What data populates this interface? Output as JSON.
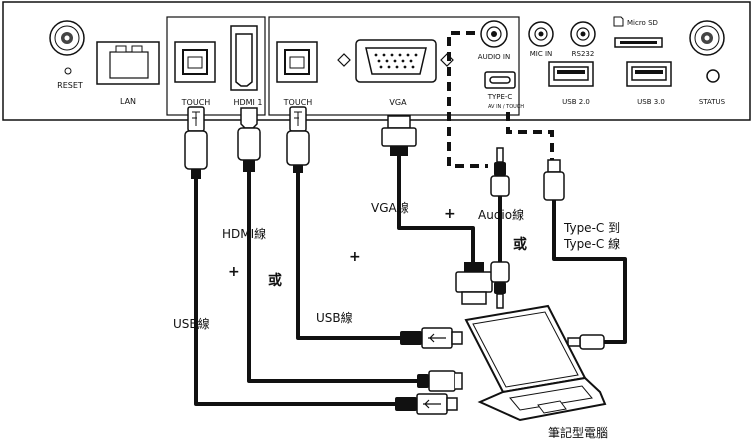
{
  "panel": {
    "ports": {
      "reset": "RESET",
      "lan": "LAN",
      "touch_1": "TOUCH",
      "hdmi1": "HDMI 1",
      "touch_2": "TOUCH",
      "vga": "VGA",
      "audio_in": "AUDIO IN",
      "mic_in": "MIC IN",
      "rs232": "RS232",
      "micro_sd": "Micro SD",
      "type_c": "TYPE-C",
      "type_c_sub": "AV IN / TOUCH",
      "usb20": "USB 2.0",
      "usb30": "USB 3.0",
      "status": "STATUS"
    }
  },
  "cables": {
    "usb_left": "USB線",
    "hdmi": "HDMI線",
    "usb_mid": "USB線",
    "vga": "VGA線",
    "audio": "Audio線",
    "typec_line1": "Type-C 到",
    "typec_line2": "Type-C 線"
  },
  "symbols": {
    "plus": "+",
    "or": "或"
  },
  "laptop_label": "筆記型電腦"
}
